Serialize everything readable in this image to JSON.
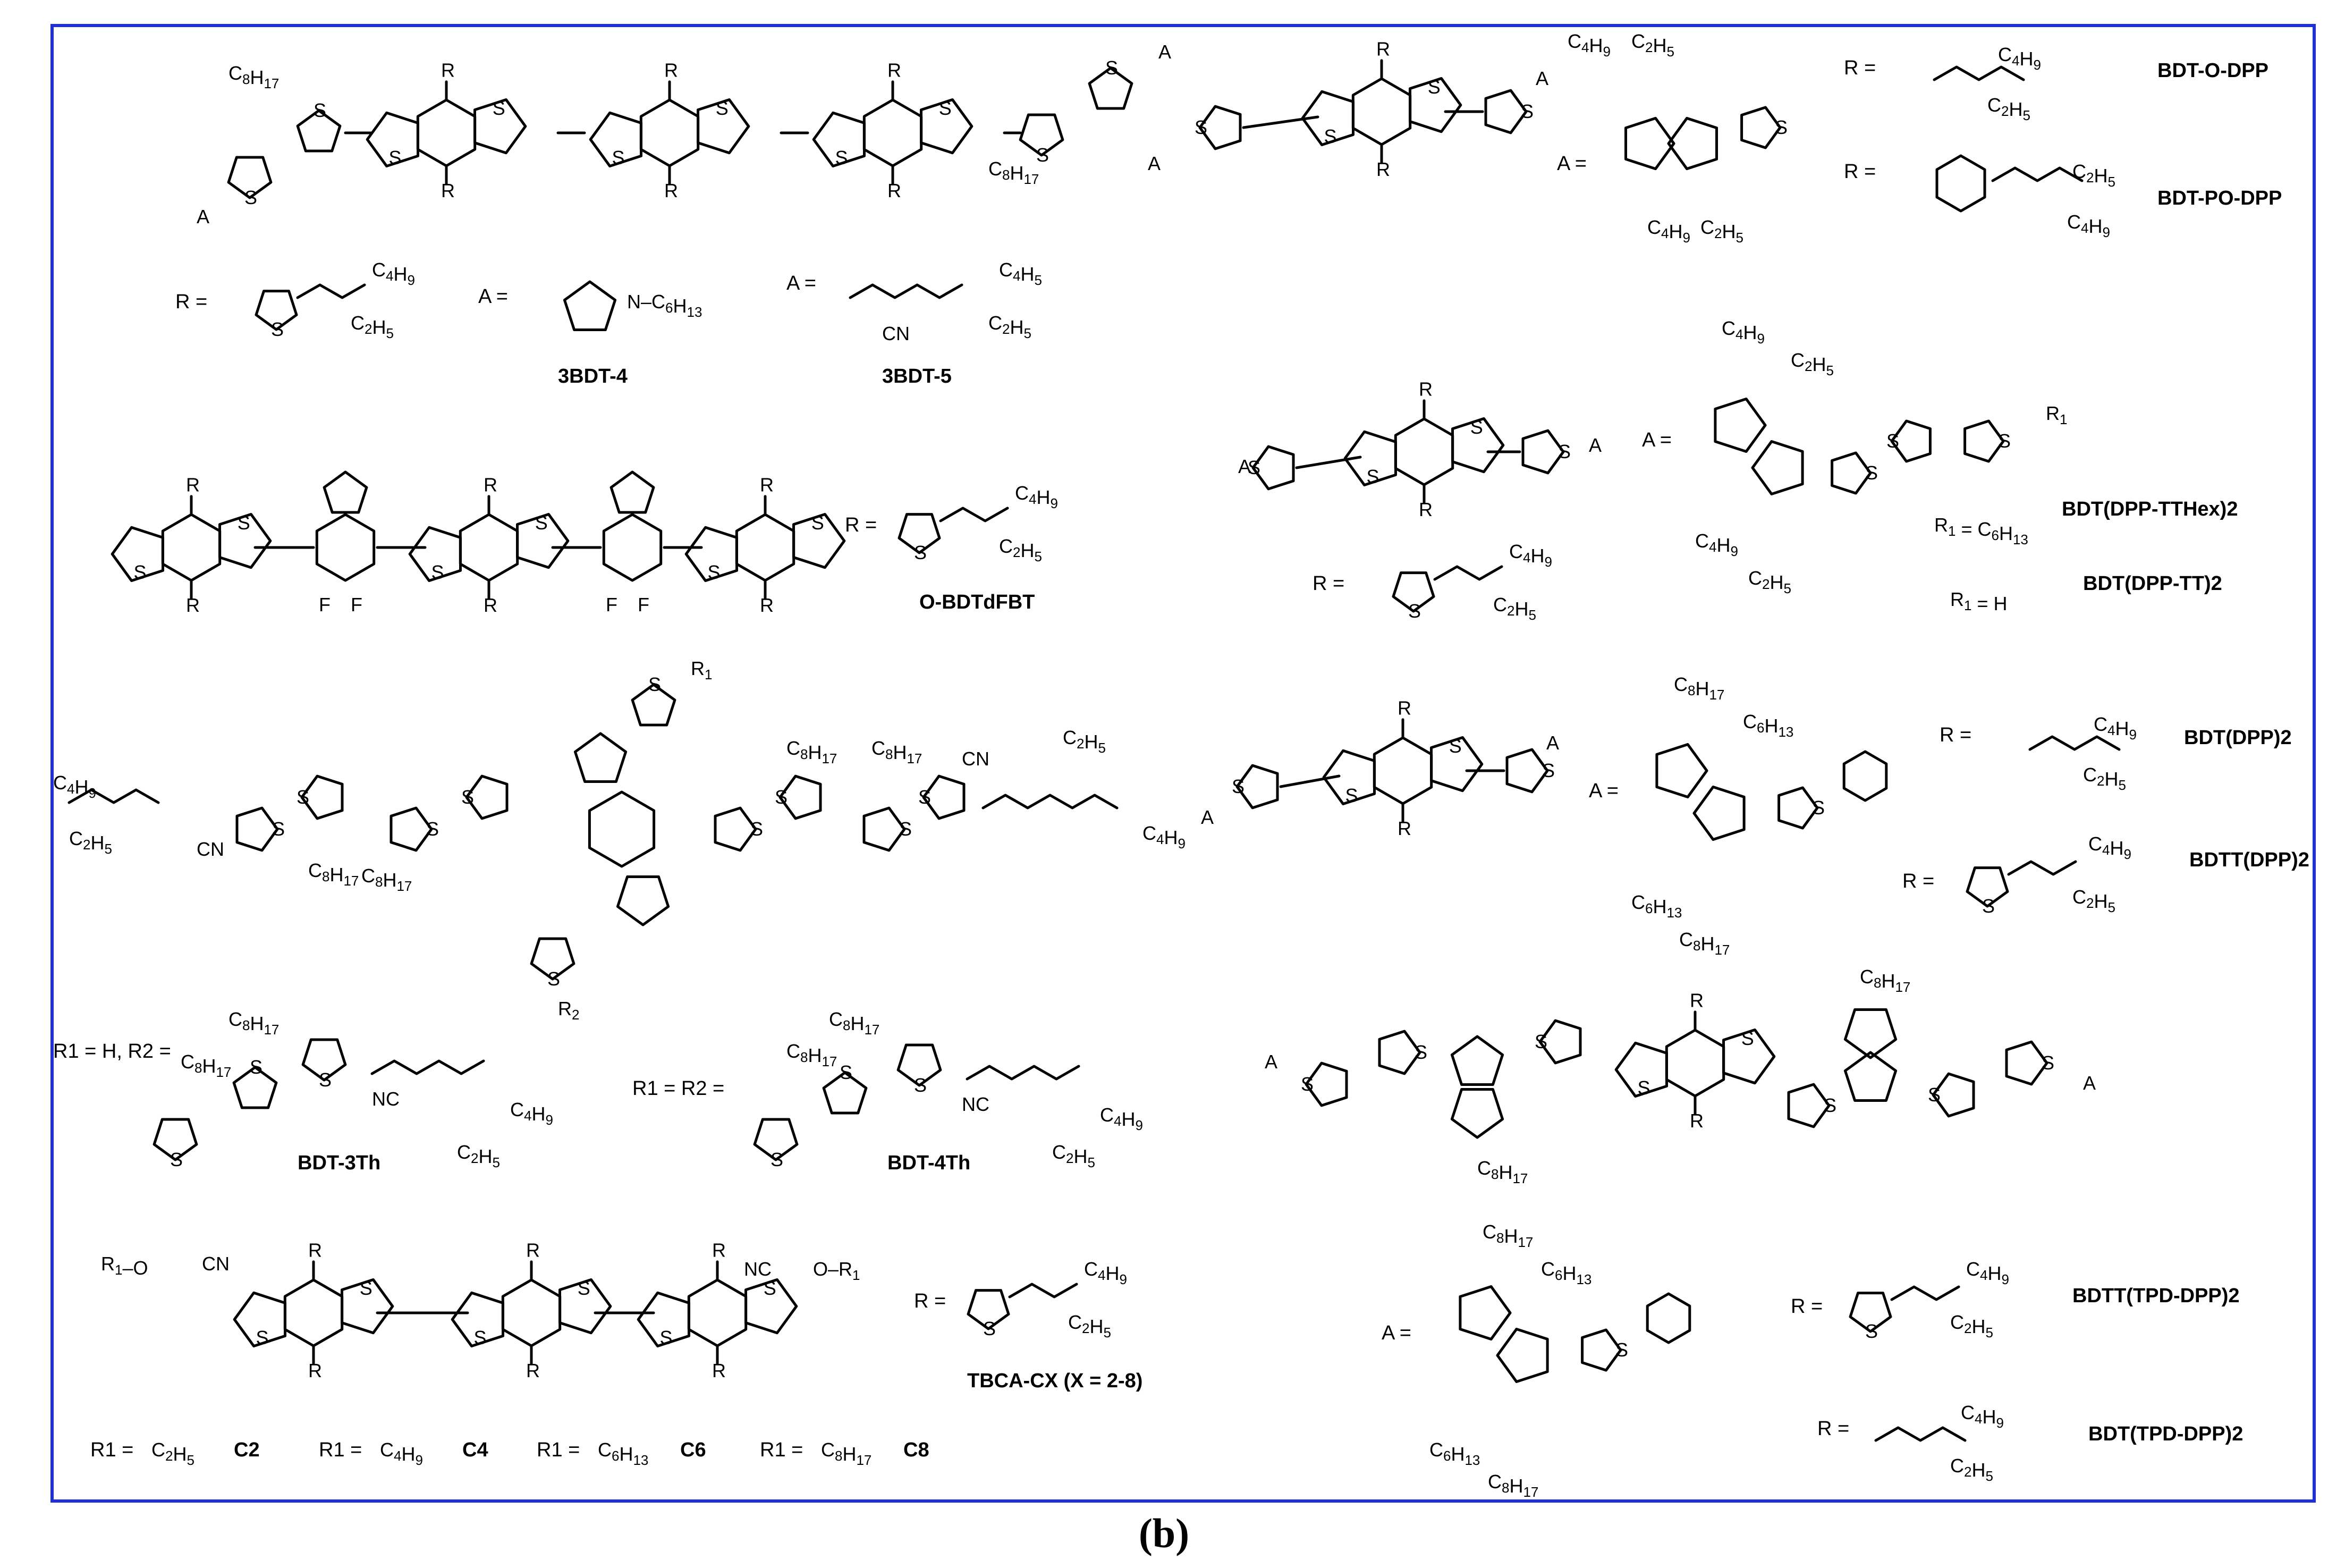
{
  "caption": "(b)",
  "border_color": "#1f2fd8",
  "compounds": {
    "c3bdt": {
      "substituents": [
        "C8H17",
        "C8H17"
      ],
      "r_eq": "R =",
      "r_chain": [
        "C4H9",
        "C2H5"
      ],
      "a_eq": "A =",
      "a_chain": [
        "N–C6H13"
      ],
      "a_eq2": "A =",
      "a_chain2": [
        "C4H5",
        "C2H5",
        "CN"
      ],
      "names": [
        "3BDT-4",
        "3BDT-5"
      ]
    },
    "o_bdt_dfbt": {
      "r_eq": "R =",
      "r_chain": [
        "C4H9",
        "C2H5"
      ],
      "name": "O-BDTdFBT"
    },
    "tbdt": {
      "substituents": [
        "C4H9",
        "C2H5",
        "C8H17",
        "C8H17",
        "C8H17",
        "C8H17",
        "C2H5",
        "C4H9",
        "CN",
        "CN",
        "R1",
        "R2"
      ],
      "r3_label": "R1 = H, R2 =",
      "r3_subs": [
        "C8H17",
        "C8H17",
        "NC",
        "C4H9",
        "C2H5"
      ],
      "r3_name": "BDT-3Th",
      "r4_label": "R1 = R2 =",
      "r4_subs": [
        "C8H17",
        "C8H17",
        "NC",
        "C4H9",
        "C2H5"
      ],
      "r4_name": "BDT-4Th"
    },
    "tbca": {
      "end_labels": [
        "R1–O",
        "CN",
        "NC",
        "O–R1"
      ],
      "r_eq": "R =",
      "r_chain": [
        "C4H9",
        "C2H5"
      ],
      "name": "TBCA-CX (X = 2-8)",
      "variants": [
        {
          "r1": "R1 =",
          "val": "C2H5",
          "code": "C2"
        },
        {
          "r1": "R1 =",
          "val": "C4H9",
          "code": "C4"
        },
        {
          "r1": "R1 =",
          "val": "C6H13",
          "code": "C6"
        },
        {
          "r1": "R1 =",
          "val": "C8H17",
          "code": "C8"
        }
      ]
    },
    "bdt_dpp": {
      "a_eq": "A =",
      "a_chain": [
        "C4H9",
        "C2H5",
        "C4H9",
        "C2H5"
      ],
      "r_eq1": "R =",
      "r_eq2": "R =",
      "names": [
        "BDT-O-DPP",
        "BDT-PO-DPP"
      ],
      "r_chain1": [
        "C4H9",
        "C2H5"
      ],
      "r_chain2": [
        "C2H5",
        "C4H9"
      ]
    },
    "bdt_dpp_tt": {
      "a_eq": "A =",
      "a_chain": [
        "C4H9",
        "C2H5",
        "C4H9",
        "C2H5",
        "R1"
      ],
      "r_eq": "R =",
      "r_chain": [
        "C4H9",
        "C2H5"
      ],
      "r1_hex": "R1 = C6H13",
      "r1_h": "R1 = H",
      "names": [
        "BDT(DPP-TTHex)2",
        "BDT(DPP-TT)2"
      ]
    },
    "bdt_dpp2": {
      "a_eq": "A =",
      "a_chain": [
        "C8H17",
        "C6H13",
        "C6H13",
        "C8H17"
      ],
      "r_eq1": "R =",
      "r_eq2": "R =",
      "r_chain1": [
        "C4H9",
        "C2H5"
      ],
      "r_chain2": [
        "C4H9",
        "C2H5"
      ],
      "names": [
        "BDT(DPP)2",
        "BDTT(DPP)2"
      ]
    },
    "tpd": {
      "substituents": [
        "C8H17",
        "C8H17"
      ],
      "a_left": "A",
      "a_right": "A"
    },
    "tpd_dpp": {
      "a_eq": "A =",
      "a_chain": [
        "C8H17",
        "C6H13",
        "C6H13",
        "C8H17"
      ],
      "r_eq1": "R =",
      "r_eq2": "R =",
      "r_chain1": [
        "C4H9",
        "C2H5"
      ],
      "r_chain2": [
        "C4H9",
        "C2H5"
      ],
      "names": [
        "BDTT(TPD-DPP)2",
        "BDT(TPD-DPP)2"
      ]
    }
  }
}
